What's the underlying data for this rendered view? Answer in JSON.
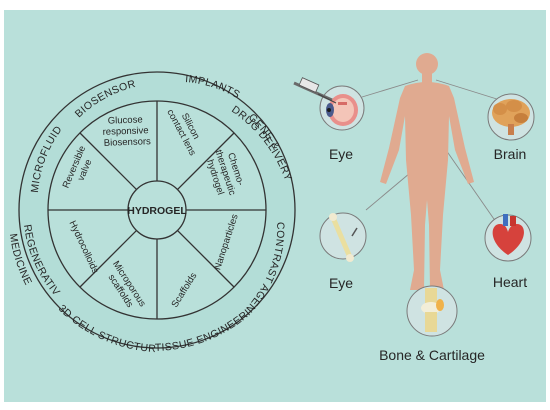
{
  "hub": {
    "label": "HYDROGEL"
  },
  "ring_labels": {
    "biosensors": "BIOSENSORS",
    "implants": "IMPLANTS",
    "gene_line1": "GENE &",
    "gene_line2": "DRUG DELIVERY",
    "microfluid": "MICROFLUID",
    "contrast": "CONTRAST AGENT",
    "regen_line1": "REGENERATIVE",
    "regen_line2": "MEDICINE",
    "tissue": "TISSUE ENGINEERING",
    "cell3d": "3D CELL STRUCTURE"
  },
  "sectors": [
    {
      "lines": [
        "Glucose",
        "responsive",
        "Biosensors"
      ]
    },
    {
      "lines": [
        "Silicon",
        "contact lens"
      ]
    },
    {
      "lines": [
        "Chemo-",
        "therapeutic",
        "hydrogel"
      ]
    },
    {
      "lines": [
        "Nanoparticles"
      ]
    },
    {
      "lines": [
        "Scaffolds"
      ]
    },
    {
      "lines": [
        "Microporous",
        "scaffolds"
      ]
    },
    {
      "lines": [
        "Hydrocolloids"
      ]
    },
    {
      "lines": [
        "Reversible",
        "valve"
      ]
    }
  ],
  "organs": {
    "eye": "Eye",
    "brain": "Brain",
    "bone_left": "Eye",
    "heart": "Heart",
    "bone_cartilage": "Bone & Cartilage"
  },
  "icons": {
    "eye": "eye-icon",
    "brain": "brain-icon",
    "bone": "bone-icon",
    "heart": "heart-icon",
    "knee": "knee-joint-icon",
    "body": "human-body-icon"
  },
  "colors": {
    "panel": "#b9e0da",
    "ring": "#b3ddd7",
    "line": "#333333",
    "body": "#e0aa90",
    "connector": "#8a8a8a"
  }
}
